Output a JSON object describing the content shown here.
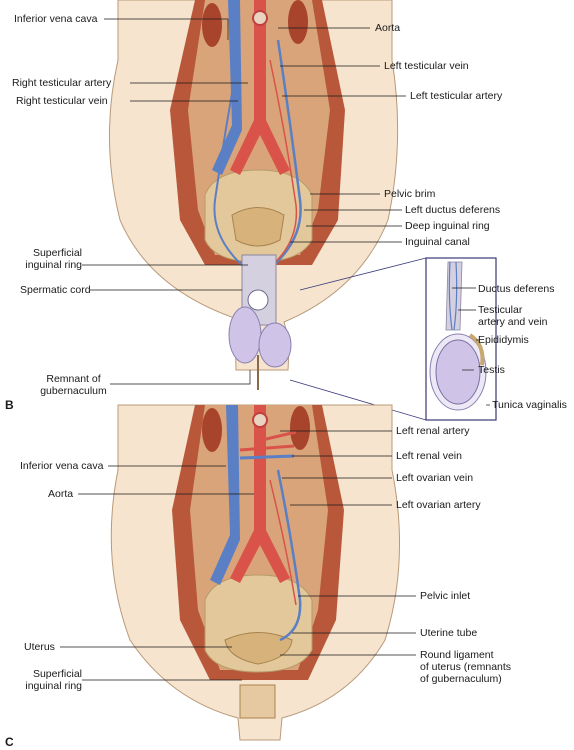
{
  "panels": {
    "b": "B",
    "c": "C"
  },
  "male": {
    "inferior_vena_cava": "Inferior vena cava",
    "aorta": "Aorta",
    "right_testicular_artery": "Right testicular artery",
    "right_testicular_vein": "Right testicular vein",
    "left_testicular_vein": "Left testicular vein",
    "left_testicular_artery": "Left testicular artery",
    "pelvic_brim": "Pelvic brim",
    "left_ductus_deferens": "Left ductus deferens",
    "deep_inguinal_ring": "Deep inguinal ring",
    "inguinal_canal": "Inguinal canal",
    "superficial_inguinal_ring": "Superficial\ninguinal ring",
    "spermatic_cord": "Spermatic cord",
    "remnant_of_gubernaculum": "Remnant of\ngubernaculum"
  },
  "inset": {
    "ductus_deferens": "Ductus deferens",
    "testicular_artery_and_vein": "Testicular\nartery and vein",
    "epididymis": "Epididymis",
    "testis": "Testis",
    "tunica_vaginalis": "Tunica vaginalis"
  },
  "female": {
    "left_renal_artery": "Left renal artery",
    "inferior_vena_cava": "Inferior vena cava",
    "left_renal_vein": "Left renal vein",
    "left_ovarian_vein": "Left ovarian vein",
    "aorta": "Aorta",
    "left_ovarian_artery": "Left ovarian artery",
    "pelvic_inlet": "Pelvic inlet",
    "uterine_tube": "Uterine tube",
    "uterus": "Uterus",
    "round_ligament": "Round ligament\nof uterus (remnants\nof gubernaculum)",
    "superficial_inguinal_ring": "Superficial\ninguinal ring"
  },
  "colors": {
    "skin": "#f6e4cf",
    "muscle": "#b8573a",
    "artery": "#d9534a",
    "vein": "#5b7fc4",
    "pelvis": "#e2c89a",
    "testis": "#cfc4e8",
    "inset_border": "#3a3a7a"
  }
}
